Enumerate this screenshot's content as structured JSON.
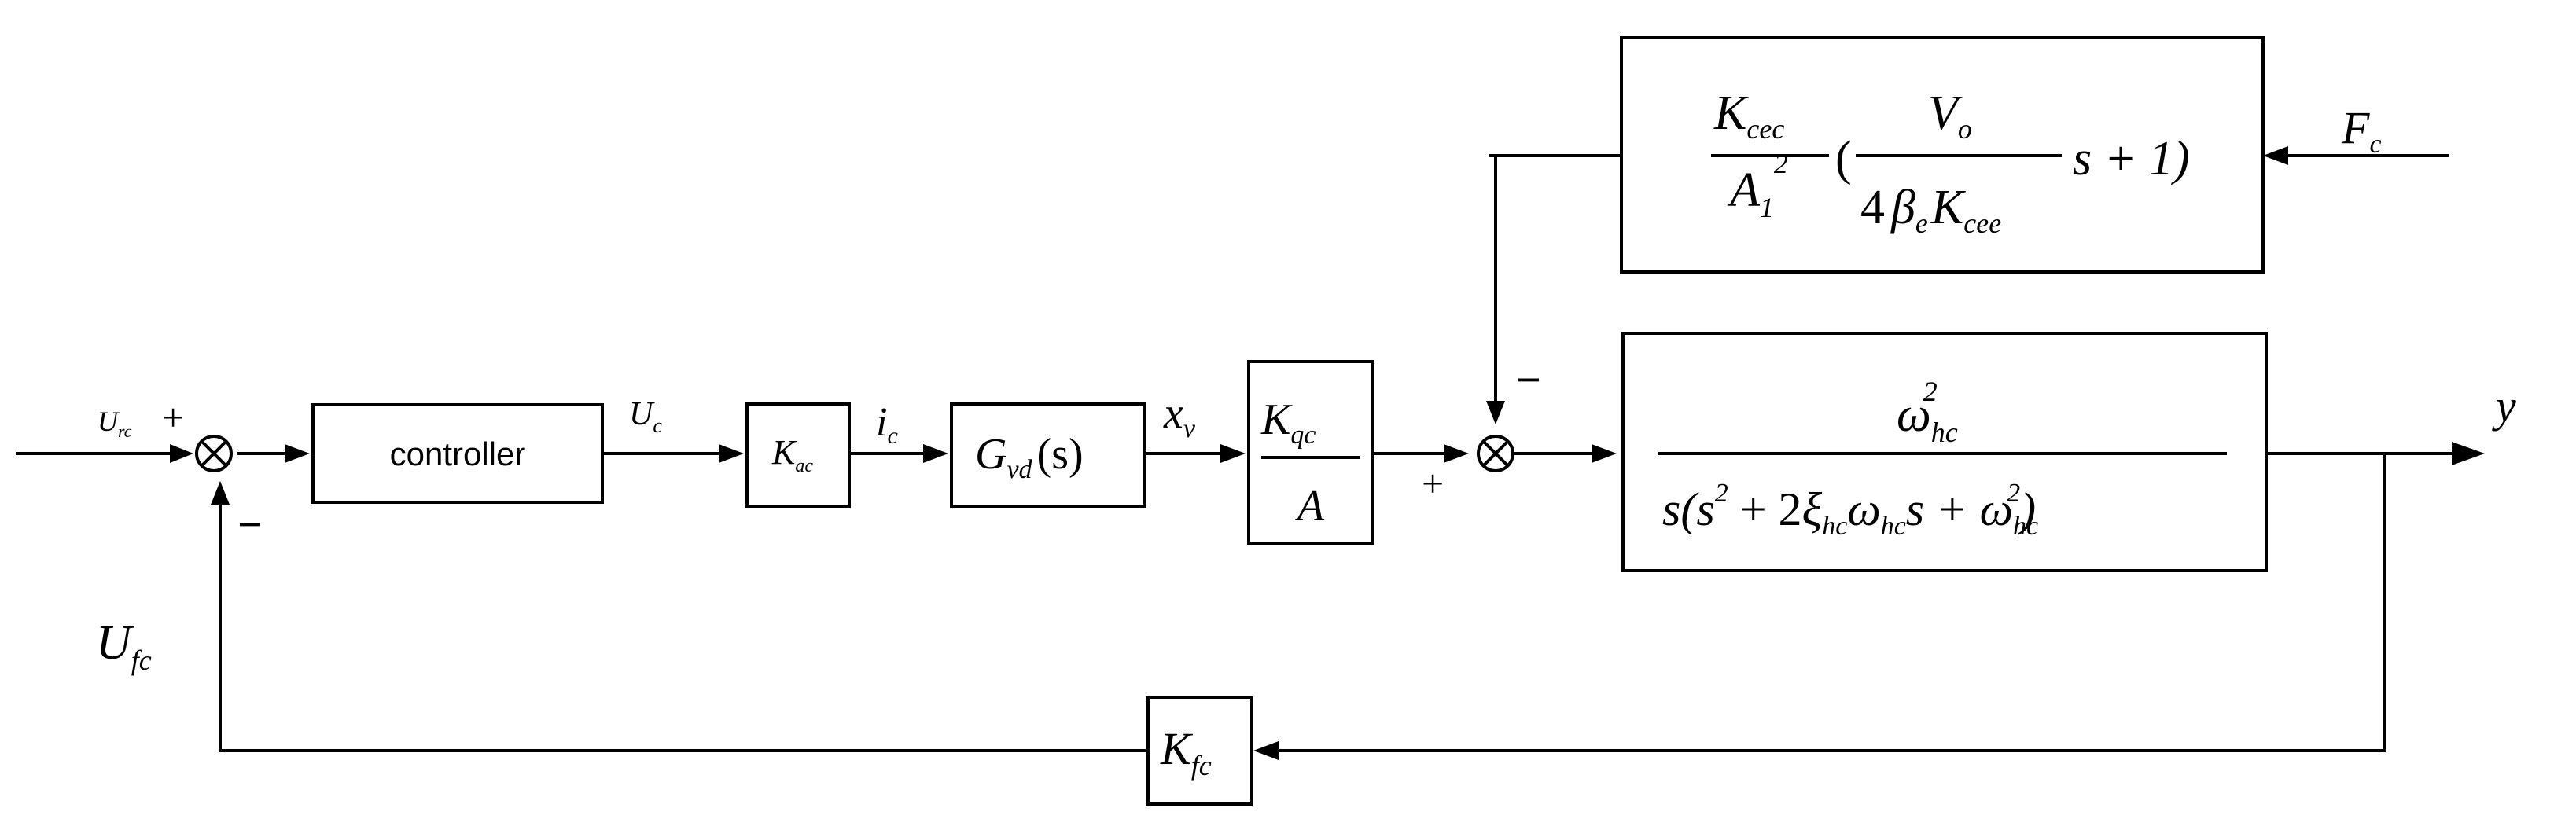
{
  "signals": {
    "ref": "U",
    "ref_sub": "rc",
    "plus_top": "+",
    "minus_bottom": "−",
    "feedback": "U",
    "feedback_sub": "fc",
    "uc": "U",
    "uc_sub": "c",
    "ic": "i",
    "ic_sub": "c",
    "xv": "x",
    "xv_sub": "v",
    "plus_second": "+",
    "minus_second": "−",
    "disturbance": "F",
    "disturbance_sub": "c",
    "output": "y"
  },
  "blocks": {
    "controller": "controller",
    "kac": {
      "main": "K",
      "sub": "ac"
    },
    "gvd": {
      "main": "G",
      "sub": "vd",
      "arg": "(s)"
    },
    "kqc_a": {
      "num": "K",
      "num_sub": "qc",
      "den": "A"
    },
    "load": {
      "gain_num": "K",
      "gain_num_sub": "cec",
      "gain_den": "A",
      "gain_den_sub": "1",
      "gain_den_sup": "2",
      "open": "(",
      "inner_num": "V",
      "inner_num_sub": "o",
      "inner_den_prefix": "4",
      "inner_den_beta": "β",
      "inner_den_beta_sub": "e",
      "inner_den_k": "K",
      "inner_den_k_sub": "cee",
      "tail": "s + 1)"
    },
    "plant": {
      "num": "ω",
      "num_sub": "hc",
      "num_sup": "2",
      "den_a": "s(s",
      "den_sup1": "2",
      "den_b": " + 2",
      "den_xi": "ξ",
      "den_xi_sub": "hc",
      "den_w": "ω",
      "den_w_sub": "hc",
      "den_c": "s + ",
      "den_w2": "ω",
      "den_w2_sub": "hc",
      "den_sup2": "2",
      "den_close": ")"
    },
    "kfc": {
      "main": "K",
      "sub": "fc"
    }
  }
}
